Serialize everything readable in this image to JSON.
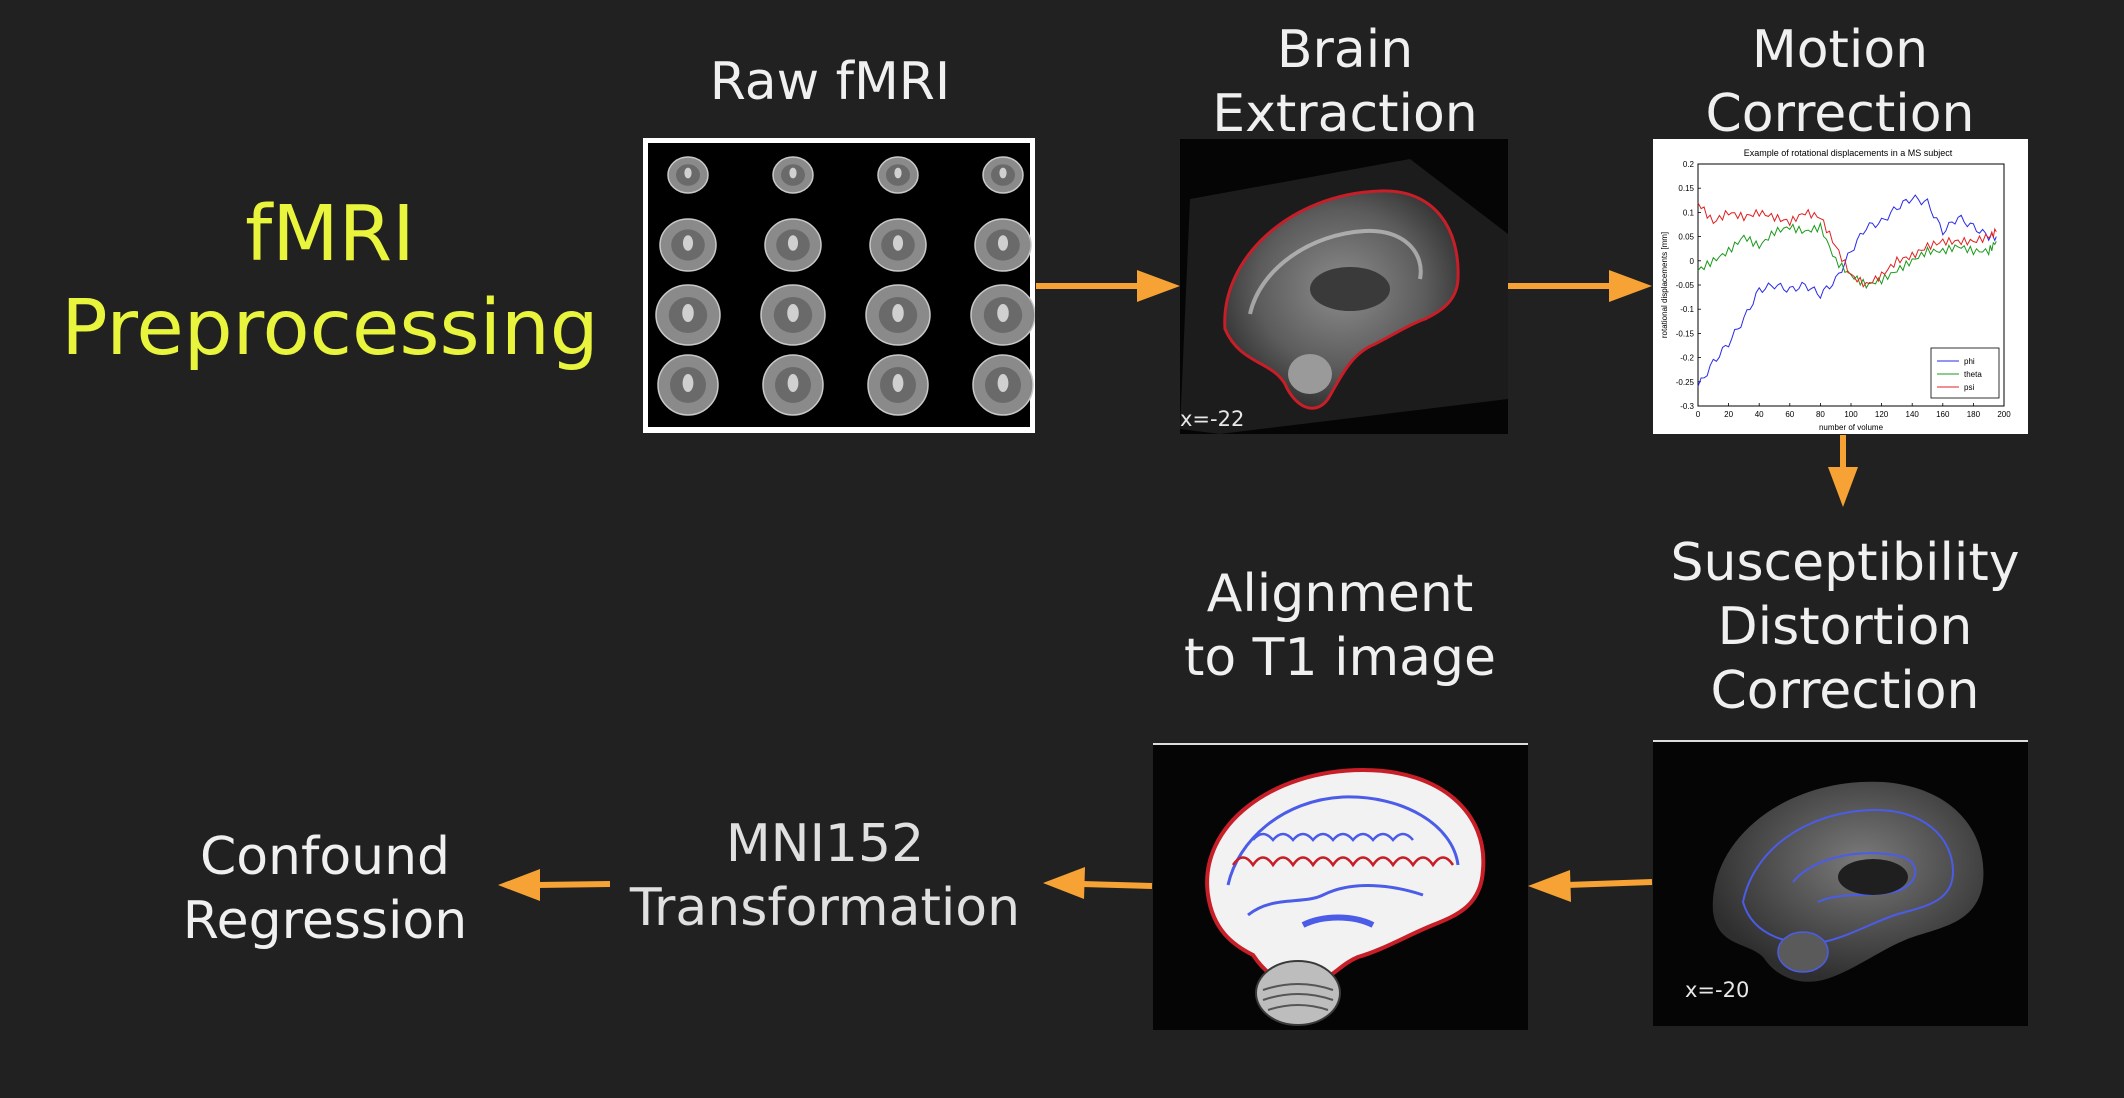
{
  "title": {
    "line1": "fMRI",
    "line2": "Preprocessing"
  },
  "steps": {
    "raw": {
      "label": "Raw fMRI"
    },
    "brain_extraction": {
      "line1": "Brain",
      "line2": "Extraction",
      "coord": "x=-22"
    },
    "motion_correction": {
      "line1": "Motion",
      "line2": "Correction",
      "plot": {
        "title": "Example of rotational displacements in a MS subject",
        "xlabel": "number of volume",
        "ylabel": "rotational displacements [mm]",
        "x_ticks": [
          "0",
          "20",
          "40",
          "60",
          "80",
          "100",
          "120",
          "140",
          "160",
          "180",
          "200"
        ],
        "y_ticks": [
          "0.2",
          "0.15",
          "0.1",
          "0.05",
          "0",
          "-0.05",
          "-0.1",
          "-0.15",
          "-0.2",
          "-0.25",
          "-0.3"
        ],
        "legend": [
          "phi",
          "theta",
          "psi"
        ]
      }
    },
    "susceptibility": {
      "line1": "Susceptibility",
      "line2": "Distortion",
      "line3": "Correction",
      "coord": "x=-20"
    },
    "alignment": {
      "line1": "Alignment",
      "line2": "to T1 image"
    },
    "mni": {
      "line1": "MNI152",
      "line2": "Transformation"
    },
    "confound": {
      "line1": "Confound",
      "line2": "Regression"
    }
  },
  "chart_data": {
    "type": "line",
    "title": "Example of rotational displacements in a MS subject",
    "xlabel": "number of volume",
    "ylabel": "rotational displacements [mm]",
    "xlim": [
      0,
      200
    ],
    "ylim": [
      -0.3,
      0.2
    ],
    "x": [
      0,
      10,
      20,
      30,
      40,
      50,
      60,
      70,
      80,
      90,
      100,
      110,
      120,
      130,
      140,
      150,
      160,
      170,
      180,
      190,
      195
    ],
    "series": [
      {
        "name": "phi",
        "color": "#2a2ae8",
        "values": [
          -0.26,
          -0.21,
          -0.17,
          -0.12,
          -0.06,
          -0.05,
          -0.06,
          -0.05,
          -0.07,
          -0.04,
          0.02,
          0.07,
          0.08,
          0.11,
          0.13,
          0.12,
          0.06,
          0.09,
          0.07,
          0.05,
          0.05
        ]
      },
      {
        "name": "theta",
        "color": "#1a9a1a",
        "values": [
          -0.02,
          0.0,
          0.02,
          0.05,
          0.03,
          0.06,
          0.07,
          0.06,
          0.07,
          0.0,
          -0.03,
          -0.05,
          -0.04,
          -0.02,
          0.0,
          0.02,
          0.02,
          0.03,
          0.02,
          0.02,
          0.04
        ]
      },
      {
        "name": "psi",
        "color": "#e02020",
        "values": [
          0.12,
          0.08,
          0.1,
          0.09,
          0.1,
          0.09,
          0.08,
          0.1,
          0.09,
          0.03,
          -0.03,
          -0.05,
          -0.03,
          0.0,
          0.01,
          0.03,
          0.04,
          0.04,
          0.04,
          0.05,
          0.06
        ]
      }
    ]
  },
  "colors": {
    "arrow": "#f7a234",
    "title": "#e9f53c",
    "background": "#212121"
  }
}
